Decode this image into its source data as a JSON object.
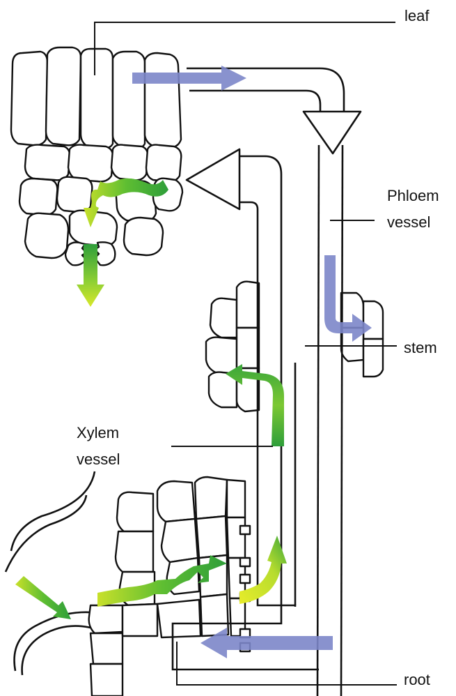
{
  "labels": {
    "leaf": "leaf",
    "phloem_line1": "Phloem",
    "phloem_line2": "vessel",
    "stem": "stem",
    "xylem_line1": "Xylem",
    "xylem_line2": "vessel",
    "root": "root"
  },
  "colors": {
    "phloem_flow": "#7c86c9",
    "water_flow_dark": "#2e9e3a",
    "water_flow_light": "#d8e82a"
  }
}
